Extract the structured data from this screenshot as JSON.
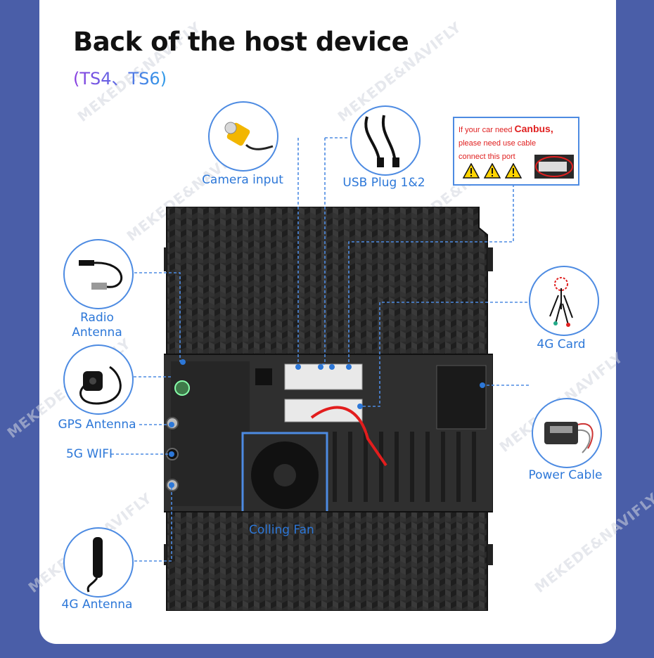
{
  "header": {
    "title": "Back of the host device",
    "subtitle": "(TS4、TS6)"
  },
  "callouts": {
    "camera_input": "Camera input",
    "usb_plug": "USB Plug 1&2",
    "radio_antenna_line1": "Radio",
    "radio_antenna_line2": "Antenna",
    "gps_antenna": "GPS Antenna",
    "wifi_5g": "5G WIFI",
    "card_4g": "4G Card",
    "power_cable": "Power Cable",
    "cooling_fan": "Colling Fan",
    "antenna_4g": "4G Antenna"
  },
  "canbus_note": {
    "prefix": "If your car need ",
    "highlight": "Canbus,",
    "line2": "please need use cable",
    "line3": "connect this port"
  },
  "watermark": "MEKEDE&NAVIFLY",
  "colors": {
    "accent": "#2c77d8",
    "outline": "#4d8be2",
    "warning": "#e02020",
    "background": "#4a5ea8"
  }
}
